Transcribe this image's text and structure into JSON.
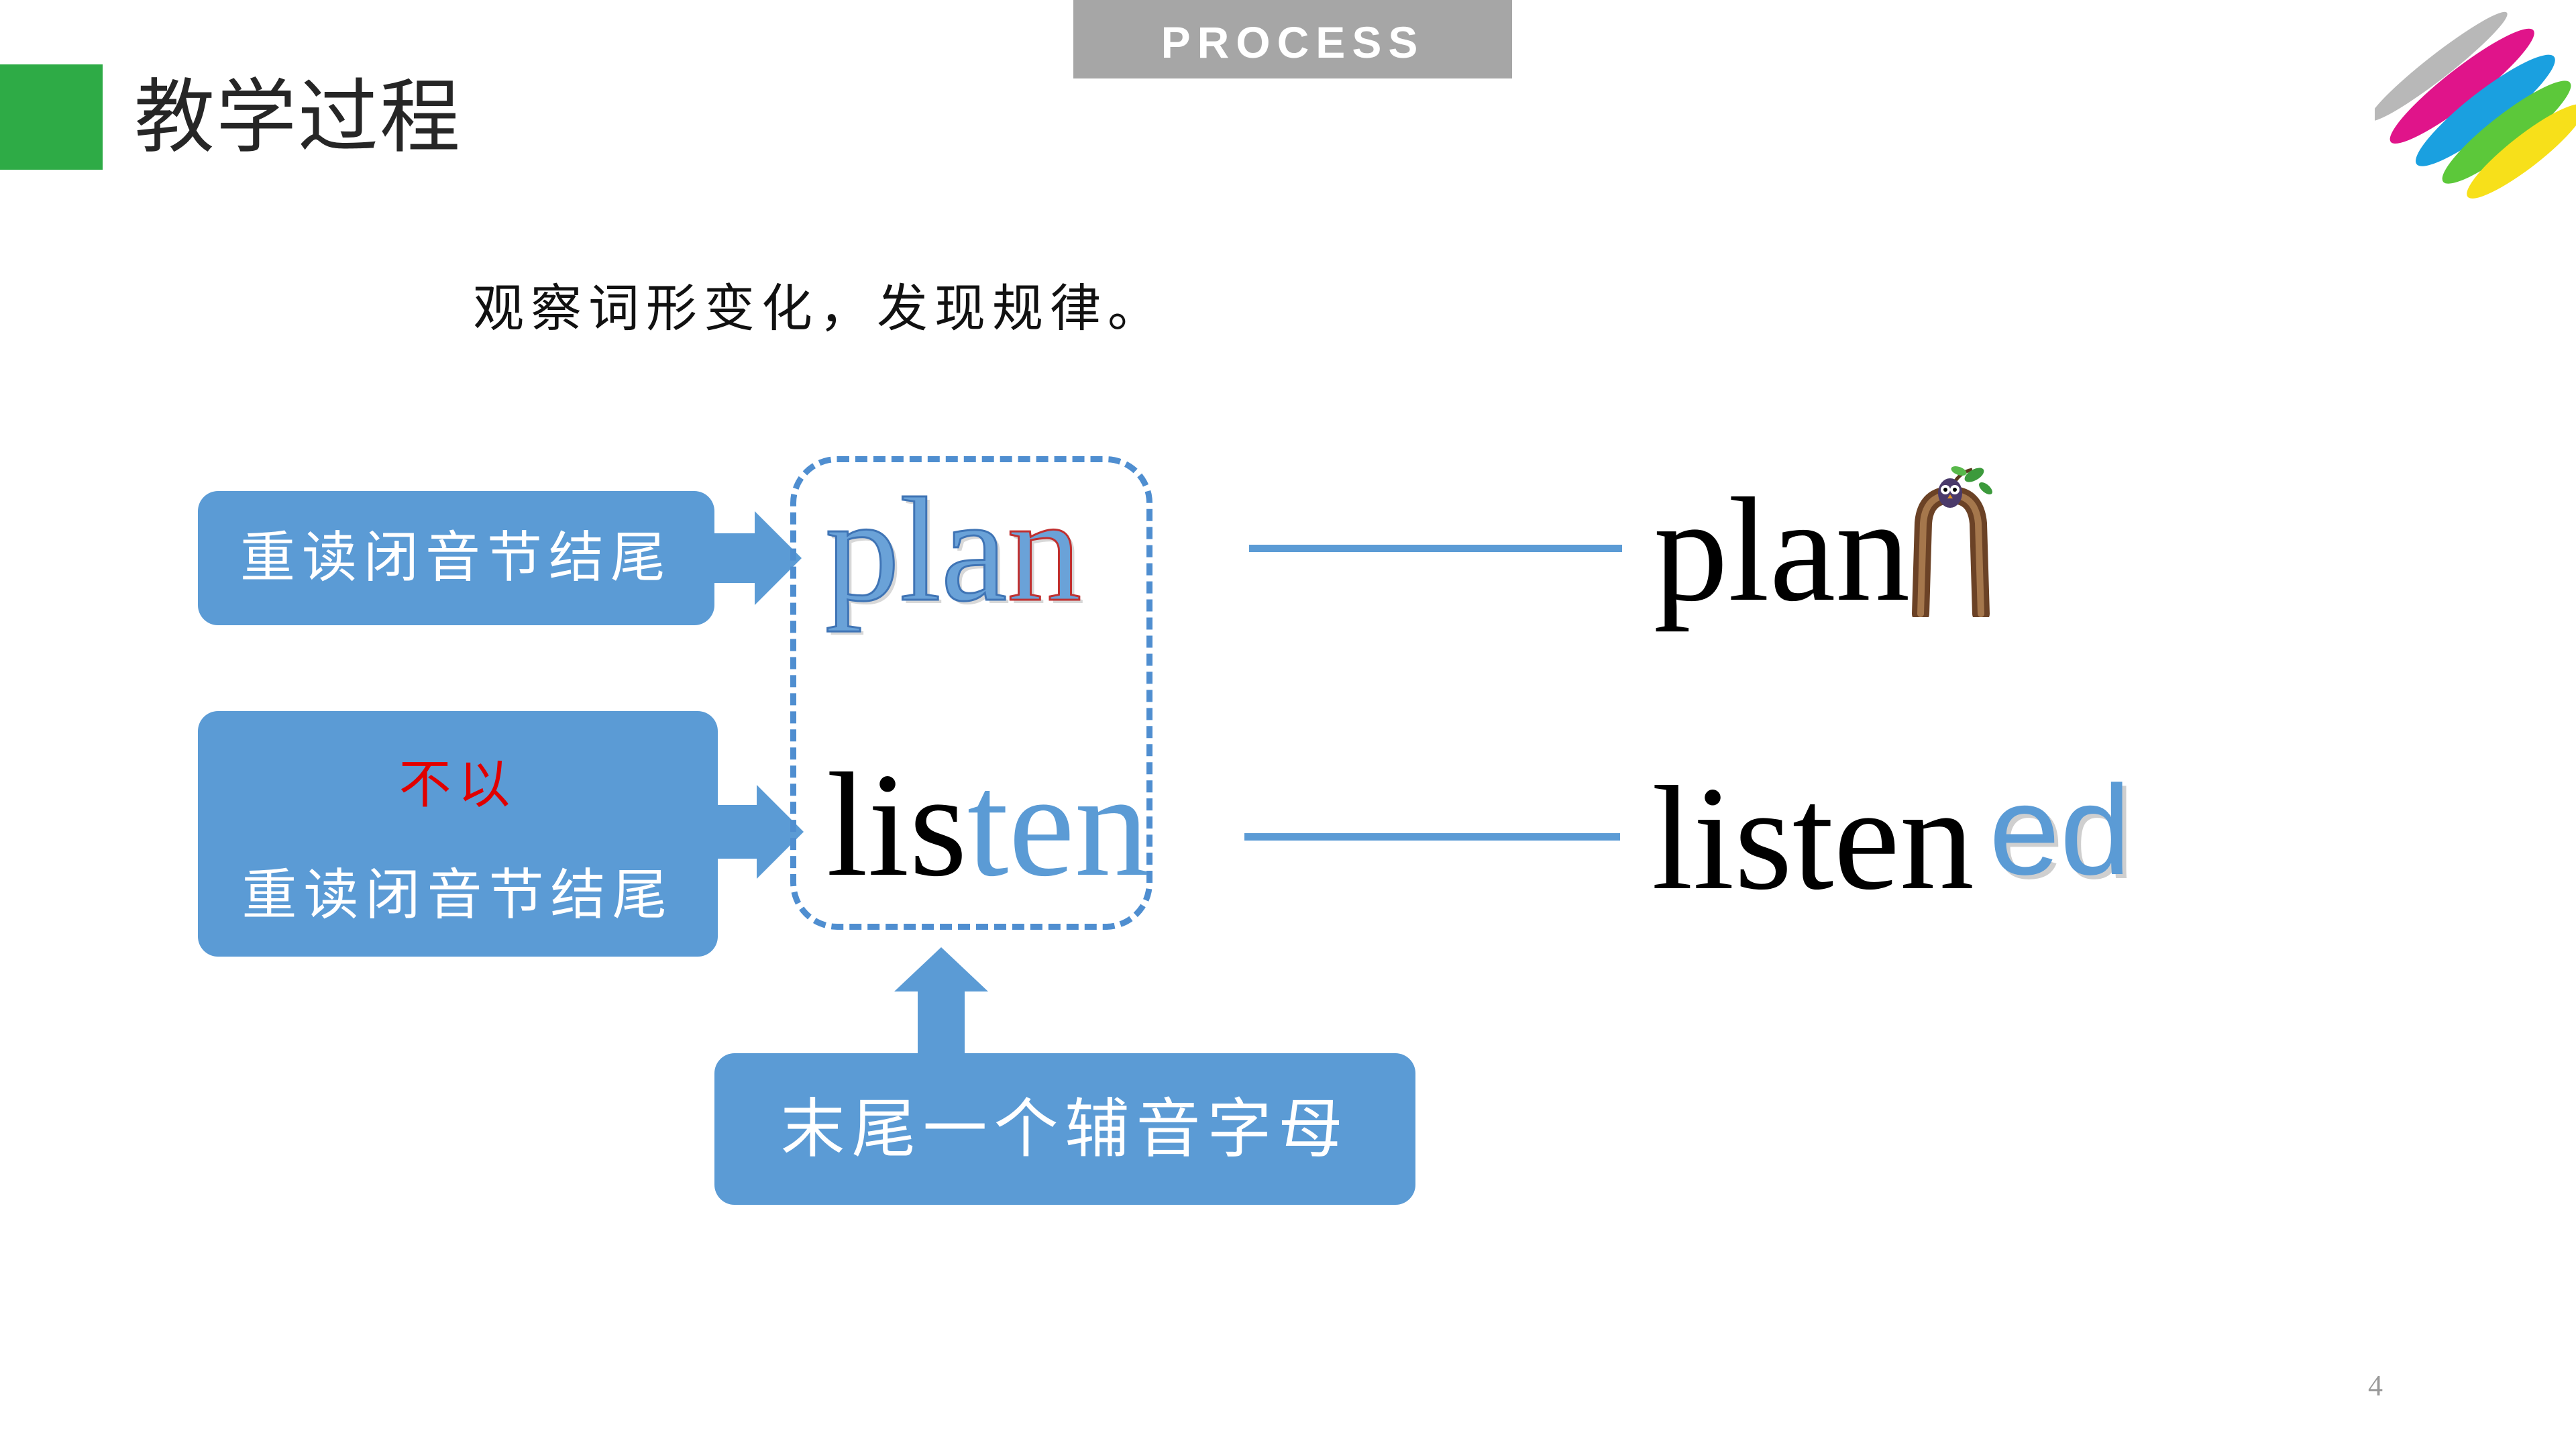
{
  "header": {
    "title": "教学过程",
    "section_tab": "PROCESS"
  },
  "instruction": "观察词形变化，发现规律。",
  "callouts": {
    "stressed_closed": "重读闭音节结尾",
    "not_stressed_negation": "不以",
    "not_stressed_closed": "重读闭音节结尾",
    "final_consonant": "末尾一个辅音字母"
  },
  "words": {
    "plan_left_prefix": "pla",
    "plan_left_last": "n",
    "listen_left_prefix": "lis",
    "listen_left_suffix": "ten",
    "plan_right": "plan",
    "listen_right": "listen",
    "ed_suffix": "ed"
  },
  "colors": {
    "accent_green": "#2eab46",
    "callout_blue": "#5b9bd5",
    "negation_red": "#e00000",
    "tab_gray": "#a6a6a6"
  },
  "icons": {
    "logo": "colorful-swoosh-logo",
    "owl_letter": "owl-on-branch-letter-n"
  },
  "slide_number": "4"
}
